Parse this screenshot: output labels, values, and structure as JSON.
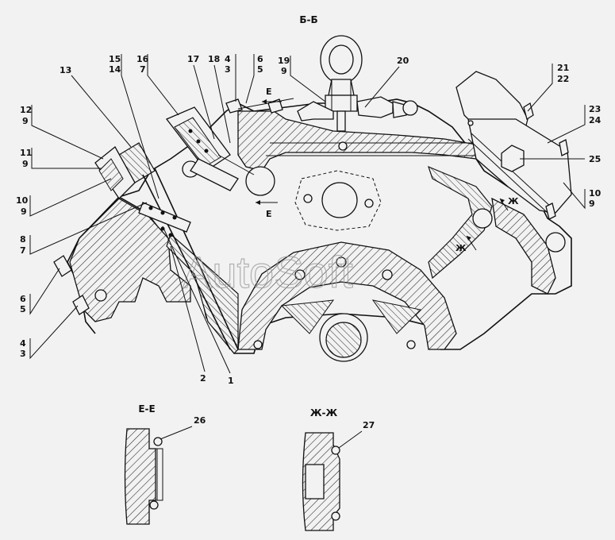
{
  "section_title": "Б-Б",
  "watermark": "AutoSoft",
  "cut_marks": {
    "e_top": "E",
    "e_bottom": "E",
    "zh_upper": "Ж",
    "zh_lower": "Ж"
  },
  "detail_views": [
    {
      "title": "E-E",
      "callout": "26"
    },
    {
      "title": "Ж-Ж",
      "callout": "27"
    }
  ],
  "callouts": {
    "c1": "1",
    "c2": "2",
    "c3_4_top_a": "4",
    "c3_4_top_b": "3",
    "c5_6_top_a": "6",
    "c5_6_top_b": "5",
    "c13": "13",
    "c14_15_a": "15",
    "c14_15_b": "14",
    "c16_7_a": "16",
    "c16_7_b": "7",
    "c17": "17",
    "c18": "18",
    "c19_9_a": "19",
    "c19_9_b": "9",
    "c20": "20",
    "c21_22_a": "21",
    "c21_22_b": "22",
    "c23_24_a": "23",
    "c23_24_b": "24",
    "c25": "25",
    "c10_9_right_a": "10",
    "c10_9_right_b": "9",
    "c12_9_a": "12",
    "c12_9_b": "9",
    "c11_9_a": "11",
    "c11_9_b": "9",
    "c10_9_left_a": "10",
    "c10_9_left_b": "9",
    "c8_7_a": "8",
    "c8_7_b": "7",
    "c6_5_left_a": "6",
    "c6_5_left_b": "5",
    "c4_3_left_a": "4",
    "c4_3_left_b": "3"
  }
}
